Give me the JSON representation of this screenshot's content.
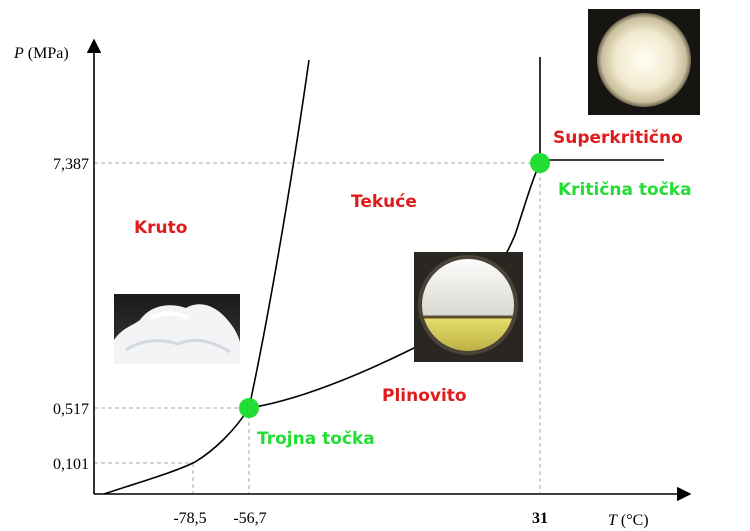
{
  "axes": {
    "y_label_italic": "P",
    "y_label_unit": " (MPa)",
    "x_label_italic": "T",
    "x_label_unit": " (°C)",
    "y_ticks": [
      "7,387",
      "0,517",
      "0,101"
    ],
    "x_ticks": [
      "-78,5",
      "-56,7",
      "31"
    ]
  },
  "regions": {
    "solid": "Kruto",
    "liquid": "Tekuće",
    "gas": "Plinovito",
    "supercritical": "Superkritično"
  },
  "points": {
    "triple": "Trojna točka",
    "critical": "Kritična točka"
  },
  "colors": {
    "region_label": "#e01b1b",
    "point_label": "#22dd33",
    "point_marker": "#22dd33",
    "guide_line": "#aaaaaa",
    "curve": "#000000"
  }
}
